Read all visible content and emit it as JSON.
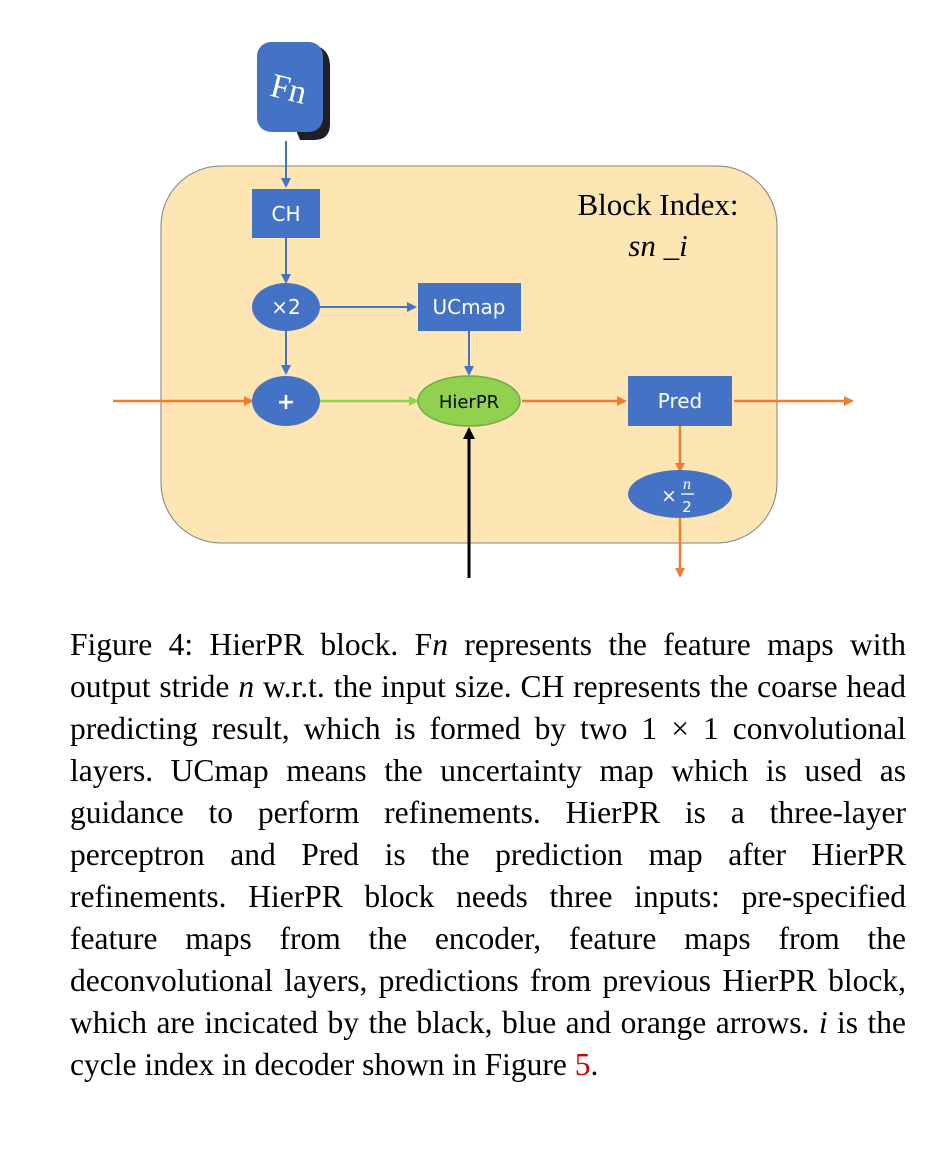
{
  "diagram": {
    "input_node": "Fn",
    "block_index_label": "Block Index:",
    "block_index_value": "sn _i",
    "nodes": {
      "ch": "CH",
      "times2": "×2",
      "plus": "+",
      "ucmap": "UCmap",
      "hierpr": "HierPR",
      "pred": "Pred",
      "times_n_over_2": {
        "times": "×",
        "numerator": "n",
        "denominator": "2"
      }
    }
  },
  "caption": {
    "label": "Figure 4:",
    "t1": "HierPR block.  F",
    "m1": "n",
    "t2": " represents the feature maps with output stride ",
    "m2": "n",
    "t3": " w.r.t. the input size. CH represents the coarse head predicting result, which is formed by two 1 × 1 convolutional layers.  UCmap means the uncertainty map which is used as guidance to perform refinements. HierPR is a three-layer perceptron and Pred is the prediction map after HierPR refinements. HierPR block needs three inputs: pre-specified feature maps from the encoder, feature maps from the deconvolutional layers, predictions from previous HierPR block, which are incicated by the black, blue and orange arrows.  ",
    "m3": "i",
    "t4": " is the cycle index in decoder shown in Figure ",
    "ref": "5",
    "t5": "."
  },
  "colors": {
    "block_fill": "#fde6b4",
    "node_blue": "#4472c4",
    "node_green": "#92d050",
    "arrow_blue": "#4472c4",
    "arrow_orange": "#ed7d31",
    "arrow_green": "#92d050",
    "arrow_black": "#000000",
    "reference_red": "#d40000"
  }
}
